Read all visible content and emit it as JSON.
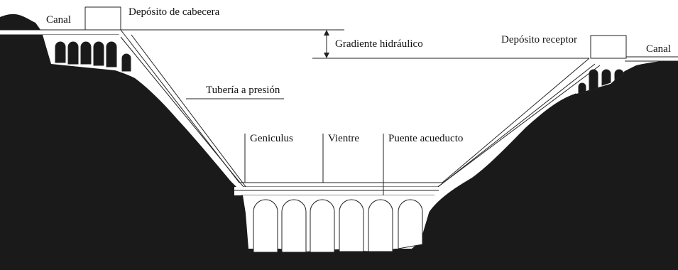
{
  "labels": {
    "canal_left": "Canal",
    "header_tank": "Depósito de cabecera",
    "hydraulic_gradient": "Gradiente hidráulico",
    "receiving_tank": "Depósito receptor",
    "canal_right": "Canal",
    "pressure_pipe": "Tubería a presión",
    "geniculus": "Geniculus",
    "venter": "Vientre",
    "aqueduct_bridge": "Puente acueducto"
  },
  "colors": {
    "terrain": "#1a1a1a",
    "line": "#222222",
    "background": "#ffffff"
  }
}
